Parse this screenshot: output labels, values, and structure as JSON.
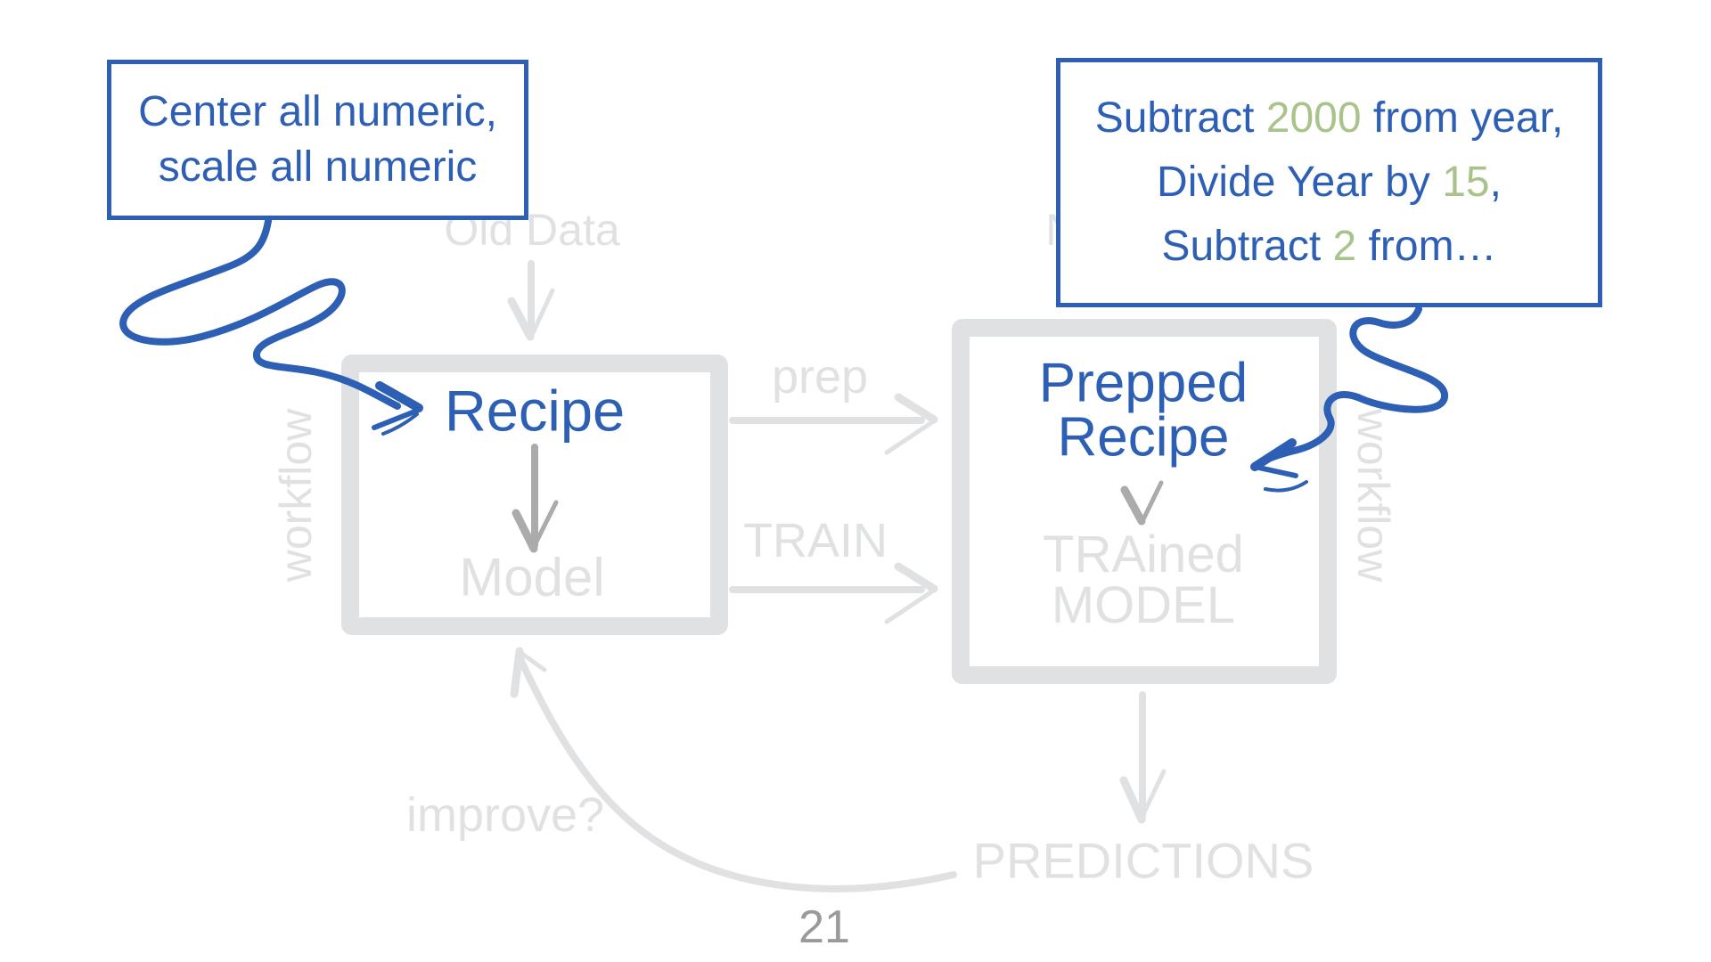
{
  "colors": {
    "blue": "#2d5fb4",
    "green": "#a9c38b",
    "ghost_gray": "#e0e1e3",
    "ghost_dark_gray": "#ababab",
    "page_number_gray": "#9a9a9a"
  },
  "callout_left": {
    "line1": "Center all numeric,",
    "line2": "scale all numeric"
  },
  "callout_right": {
    "line1": {
      "p0": "Subtract ",
      "p1": "2000",
      "p2": " from year,"
    },
    "line2": {
      "p0": "Divide Year by ",
      "p1": "15",
      "p2": ","
    },
    "line3": {
      "p0": "Subtract ",
      "p1": "2",
      "p2": " from…"
    }
  },
  "diagram": {
    "old_data": "Old Data",
    "new_data": "New Data",
    "workflow_left": "workflow",
    "workflow_right": "workflow",
    "recipe": "Recipe",
    "model": "Model",
    "prep": "prep",
    "train": "TRAIN",
    "prepped_line1": "Prepped",
    "prepped_line2": "Recipe",
    "trained_line1": "TRAined",
    "trained_line2": "MODEL",
    "predictions": "PREDICTIONS",
    "improve": "improve?"
  },
  "page_number": "21"
}
